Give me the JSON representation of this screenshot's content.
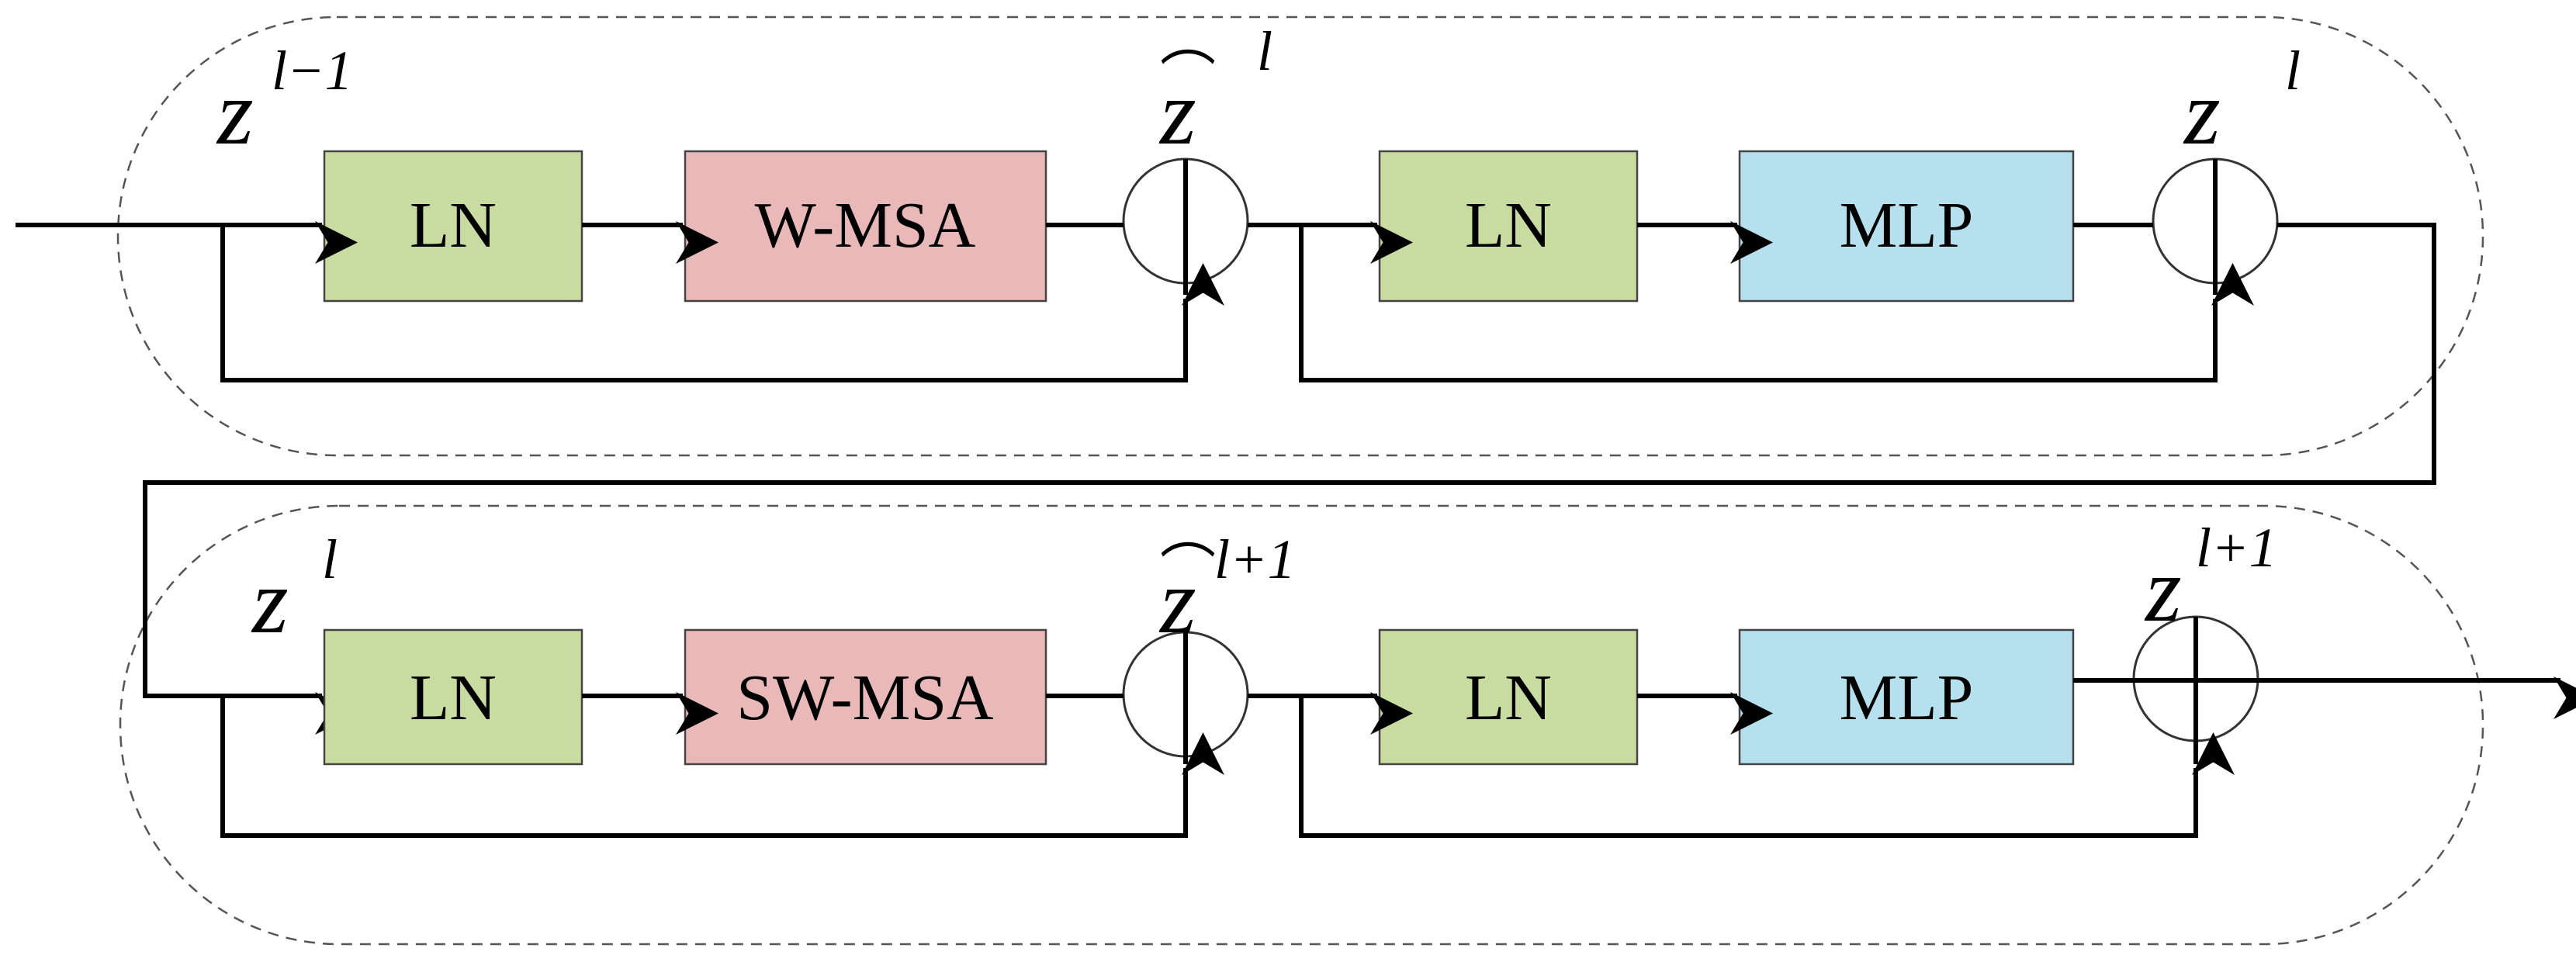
{
  "colors": {
    "ln": "#c8dba0",
    "msa": "#e9b8b8",
    "mlp": "#b7e0ee",
    "line": "#000000",
    "dashed": "#555555"
  },
  "top_row": {
    "input_var": {
      "base": "z",
      "sup": "l−1"
    },
    "ln1_label": "LN",
    "msa_label": "W-MSA",
    "sum1_var": {
      "base": "z",
      "hat": "⌒",
      "sup": "l"
    },
    "ln2_label": "LN",
    "mlp_label": "MLP",
    "sum2_var": {
      "base": "z",
      "sup": "l"
    }
  },
  "bottom_row": {
    "input_var": {
      "base": "z",
      "sup": "l"
    },
    "ln1_label": "LN",
    "msa_label": "SW-MSA",
    "sum1_var": {
      "base": "z",
      "hat": "⌒",
      "sup": "l+1"
    },
    "ln2_label": "LN",
    "mlp_label": "MLP",
    "sum2_var": {
      "base": "z",
      "sup": "l+1"
    }
  }
}
